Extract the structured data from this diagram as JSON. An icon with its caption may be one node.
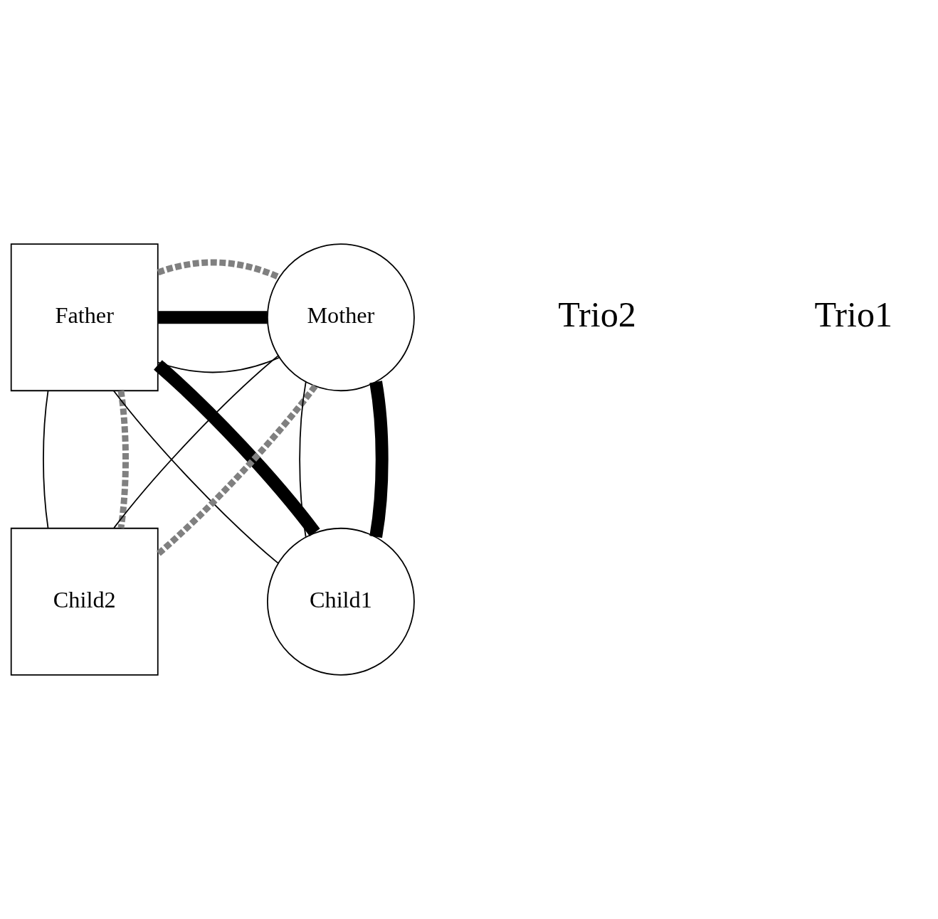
{
  "diagram": {
    "nodes": [
      {
        "text": [
          "Father"
        ]
      },
      {
        "text": [
          "Mother"
        ]
      },
      {
        "text": [
          "Child2"
        ]
      },
      {
        "text": [
          "Child1"
        ]
      }
    ],
    "edges": [
      {
        "from": 0,
        "to": 1,
        "arrow": "none"
      },
      {
        "from": 0,
        "to": 2,
        "arrow": "none"
      },
      {
        "from": 0,
        "to": 3,
        "arrow": "none"
      },
      {
        "from": 1,
        "to": 2,
        "arrow": "none"
      },
      {
        "from": 1,
        "to": 3,
        "arrow": "none"
      },
      {
        "from": 0,
        "to": 1,
        "arrow": "none",
        "style": "thick"
      },
      {
        "from": 1,
        "to": 3,
        "arrow": "none",
        "style": "thick"
      },
      {
        "from": 0,
        "to": 3,
        "arrow": "none",
        "style": "thick"
      },
      {
        "from": 0,
        "to": 1,
        "arrow": "none",
        "style": "dashed",
        "color": "#808080"
      },
      {
        "from": 0,
        "to": 2,
        "arrow": "none",
        "style": "dashed",
        "color": "#808080"
      },
      {
        "from": 1,
        "to": 2,
        "arrow": "none",
        "style": "dashed",
        "color": "#808080"
      }
    ],
    "labels": [
      "Trio2",
      "Trio1"
    ]
  }
}
